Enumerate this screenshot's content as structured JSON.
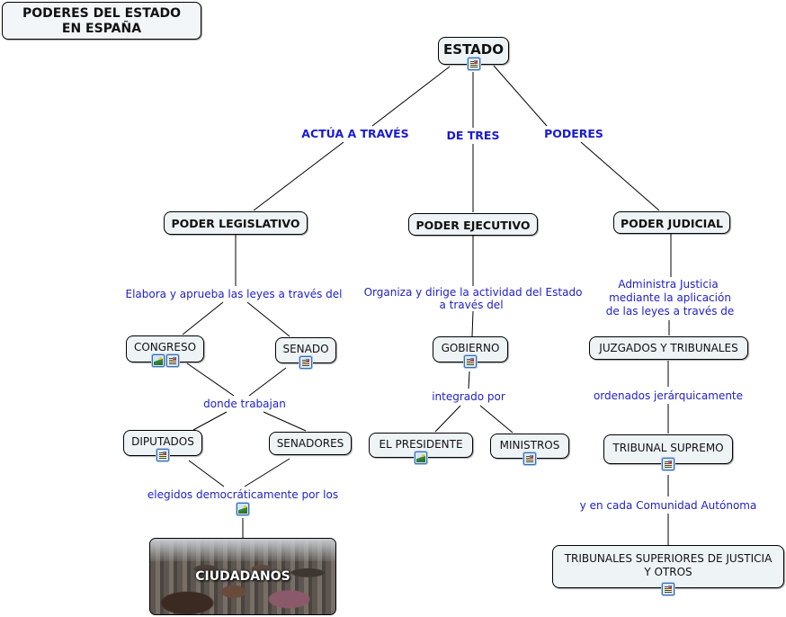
{
  "title": "PODERES DEL ESTADO EN ESPAÑA",
  "colors": {
    "link_text": "#2121c9",
    "node_fill": "#eef3f6",
    "node_border": "#000000"
  },
  "nodes": {
    "estado": {
      "label": "ESTADO",
      "icons": [
        "document-icon"
      ]
    },
    "legislativo": {
      "label": "PODER LEGISLATIVO",
      "icons": []
    },
    "ejecutivo": {
      "label": "PODER EJECUTIVO",
      "icons": []
    },
    "judicial": {
      "label": "PODER JUDICIAL",
      "icons": []
    },
    "congreso": {
      "label": "CONGRESO",
      "icons": [
        "image-icon",
        "document-icon"
      ]
    },
    "senado": {
      "label": "SENADO",
      "icons": [
        "document-icon"
      ]
    },
    "diputados": {
      "label": "DIPUTADOS",
      "icons": [
        "document-icon"
      ]
    },
    "senadores": {
      "label": "SENADORES",
      "icons": []
    },
    "ciudadanos": {
      "label": "CIUDADANOS",
      "icons": []
    },
    "gobierno": {
      "label": "GOBIERNO",
      "icons": [
        "document-icon"
      ]
    },
    "presidente": {
      "label": "EL PRESIDENTE",
      "icons": [
        "image-icon"
      ]
    },
    "ministros": {
      "label": "MINISTROS",
      "icons": [
        "document-icon"
      ]
    },
    "juzgados": {
      "label": "JUZGADOS Y TRIBUNALES",
      "icons": []
    },
    "supremo": {
      "label": "TRIBUNAL SUPREMO",
      "icons": [
        "document-icon"
      ]
    },
    "superiores": {
      "label_line1": "TRIBUNALES SUPERIORES DE JUSTICIA",
      "label_line2": "Y OTROS",
      "icons": [
        "document-icon"
      ]
    }
  },
  "links": {
    "actua": "ACTÚA A TRAVÉS",
    "de_tres": "DE TRES",
    "poderes": "PODERES",
    "elabora": "Elabora y aprueba las leyes a través del",
    "donde": "donde trabajan",
    "elegidos": "elegidos democráticamente por los",
    "organiza_1": "Organiza y dirige la actividad del Estado",
    "organiza_2": "a través del",
    "integrado": "integrado por",
    "administra_1": "Administra Justicia",
    "administra_2": "mediante la aplicación",
    "administra_3": "de las leyes a través de",
    "ordenados": "ordenados jerárquicamente",
    "comunidad": "y en cada Comunidad Autónoma"
  }
}
